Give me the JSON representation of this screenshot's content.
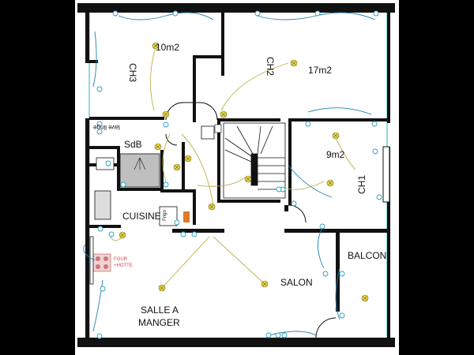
{
  "rooms": {
    "area_10": "10m2",
    "ch3": "CH3",
    "ch2": "CH2",
    "area_17": "17m2",
    "lave_linge": "lave linge",
    "sdb": "SdB",
    "area_9": "9m2",
    "ch1": "CH1",
    "cuisine": "CUISINE",
    "frigo": "Frigo",
    "four_hotte": "FOUR\n+HOTTE",
    "balcon": "BALCON",
    "salon": "SALON",
    "salle_a": "SALLE A",
    "manger": "MANGER"
  },
  "colors": {
    "wall": "#111111",
    "wiring_blue": "#1f7fb0",
    "wiring_olive": "#b9b34a",
    "light_fixture": "#e8d84a",
    "socket": "#2aa0c0",
    "cyan_border": "#3fc6d6",
    "shower": "#bfbfbf",
    "frigo_accent": "#e07a2a",
    "four_label": "#d04a4a"
  }
}
